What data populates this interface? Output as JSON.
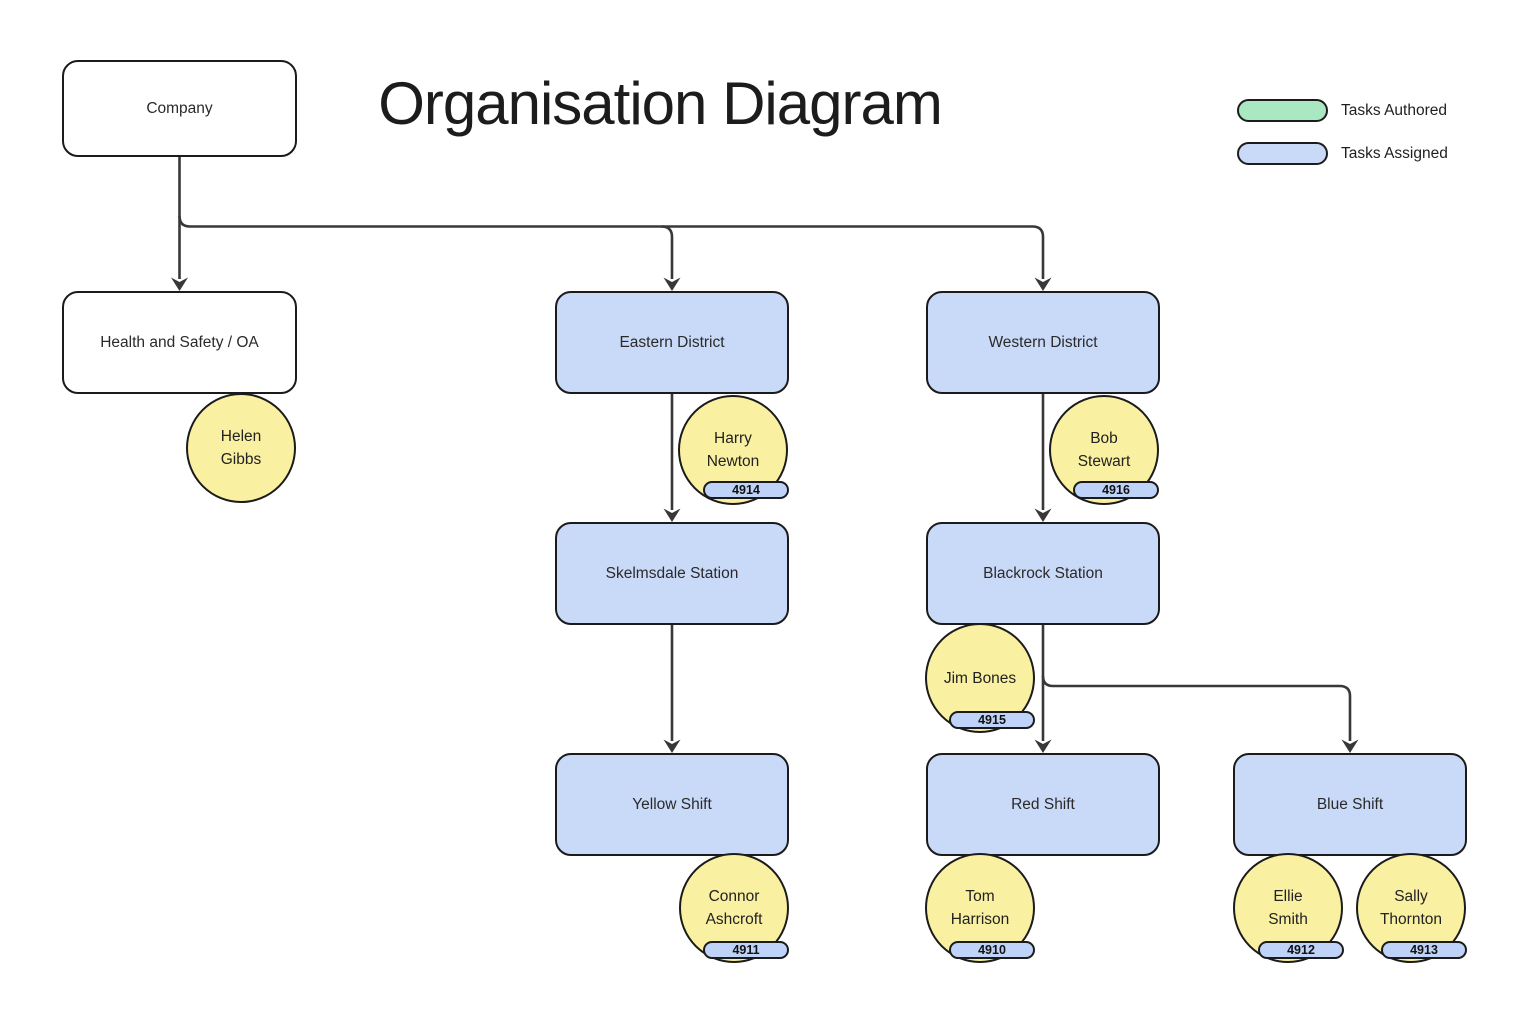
{
  "title": "Organisation Diagram",
  "legend": [
    {
      "id": "tasks-authored",
      "label": "Tasks Authored",
      "swatch_color": "#a9e8c0"
    },
    {
      "id": "tasks-assigned",
      "label": "Tasks Assigned",
      "swatch_color": "#c9daf8"
    }
  ],
  "nodes": [
    {
      "id": "company",
      "label": "Company",
      "style": "plain"
    },
    {
      "id": "health-safety-oa",
      "label": "Health and Safety / OA",
      "style": "plain"
    },
    {
      "id": "eastern-district",
      "label": "Eastern District",
      "style": "assigned"
    },
    {
      "id": "western-district",
      "label": "Western District",
      "style": "assigned"
    },
    {
      "id": "skelmsdale-station",
      "label": "Skelmsdale Station",
      "style": "assigned"
    },
    {
      "id": "blackrock-station",
      "label": "Blackrock Station",
      "style": "assigned"
    },
    {
      "id": "yellow-shift",
      "label": "Yellow Shift",
      "style": "assigned"
    },
    {
      "id": "red-shift",
      "label": "Red Shift",
      "style": "assigned"
    },
    {
      "id": "blue-shift",
      "label": "Blue Shift",
      "style": "assigned"
    }
  ],
  "people": [
    {
      "name": [
        "Helen",
        "Gibbs"
      ],
      "badge": null,
      "attached_to": "health-safety-oa"
    },
    {
      "name": [
        "Harry",
        "Newton"
      ],
      "badge": "4914",
      "attached_to": "eastern-district"
    },
    {
      "name": [
        "Bob",
        "Stewart"
      ],
      "badge": "4916",
      "attached_to": "western-district"
    },
    {
      "name": [
        "Jim Bones"
      ],
      "badge": "4915",
      "attached_to": "blackrock-station"
    },
    {
      "name": [
        "Connor",
        "Ashcroft"
      ],
      "badge": "4911",
      "attached_to": "yellow-shift"
    },
    {
      "name": [
        "Tom",
        "Harrison"
      ],
      "badge": "4910",
      "attached_to": "red-shift"
    },
    {
      "name": [
        "Ellie",
        "Smith"
      ],
      "badge": "4912",
      "attached_to": "blue-shift"
    },
    {
      "name": [
        "Sally",
        "Thornton"
      ],
      "badge": "4913",
      "attached_to": "blue-shift"
    }
  ],
  "edges": [
    {
      "from": "company",
      "to": "health-safety-oa"
    },
    {
      "from": "company",
      "to": "eastern-district"
    },
    {
      "from": "company",
      "to": "western-district"
    },
    {
      "from": "eastern-district",
      "to": "skelmsdale-station"
    },
    {
      "from": "western-district",
      "to": "blackrock-station"
    },
    {
      "from": "skelmsdale-station",
      "to": "yellow-shift"
    },
    {
      "from": "blackrock-station",
      "to": "red-shift"
    },
    {
      "from": "blackrock-station",
      "to": "blue-shift"
    }
  ],
  "colors": {
    "node_assigned_fill": "#c9d9f8",
    "node_plain_fill": "#ffffff",
    "person_fill": "#faf0a1",
    "badge_fill": "#bfd3f8",
    "legend_authored_fill": "#a9e8c0",
    "legend_assigned_fill": "#c9daf8",
    "shape_border": "#1b1b1b",
    "connector": "#383838"
  }
}
